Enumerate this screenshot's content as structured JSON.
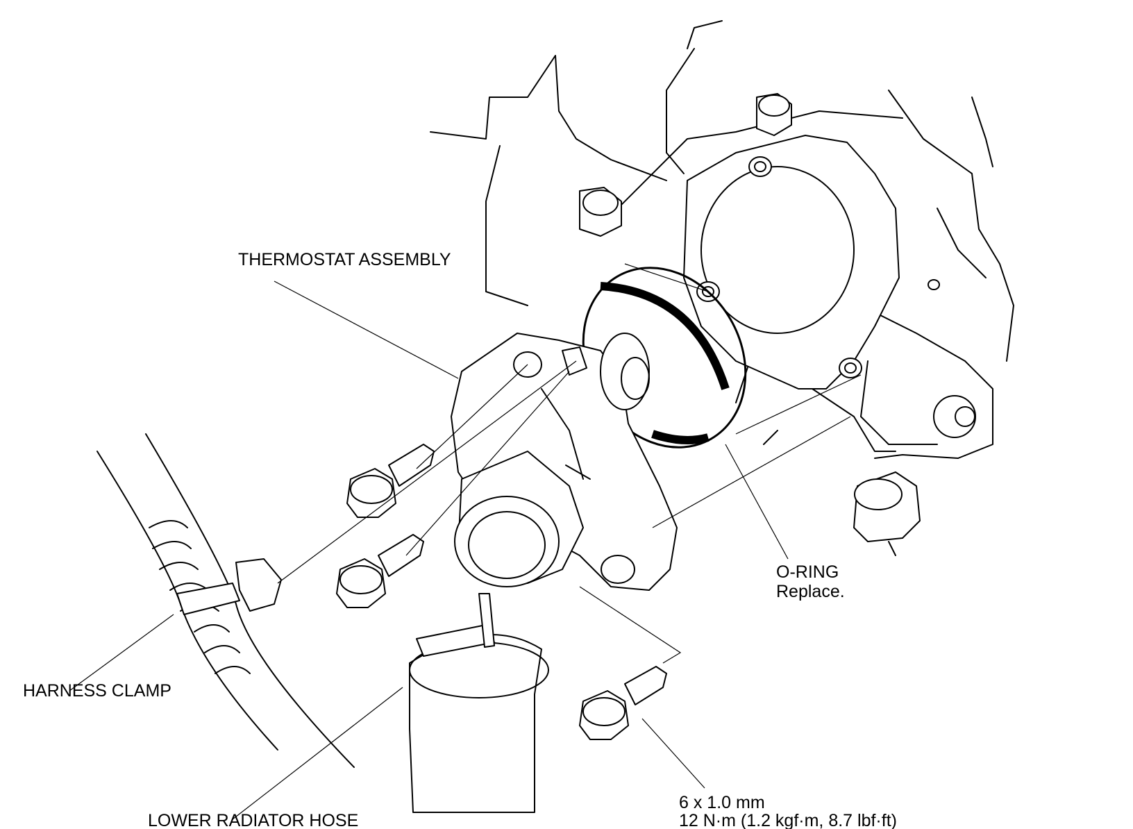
{
  "labels": {
    "thermostat_assembly": "THERMOSTAT ASSEMBLY",
    "o_ring": "O-RING",
    "o_ring_note": "Replace.",
    "harness_clamp": "HARNESS CLAMP",
    "lower_radiator_hose": "LOWER RADIATOR HOSE",
    "bolt_size": "6 x 1.0 mm",
    "bolt_torque": "12 N·m (1.2 kgf·m, 8.7 lbf·ft)"
  }
}
